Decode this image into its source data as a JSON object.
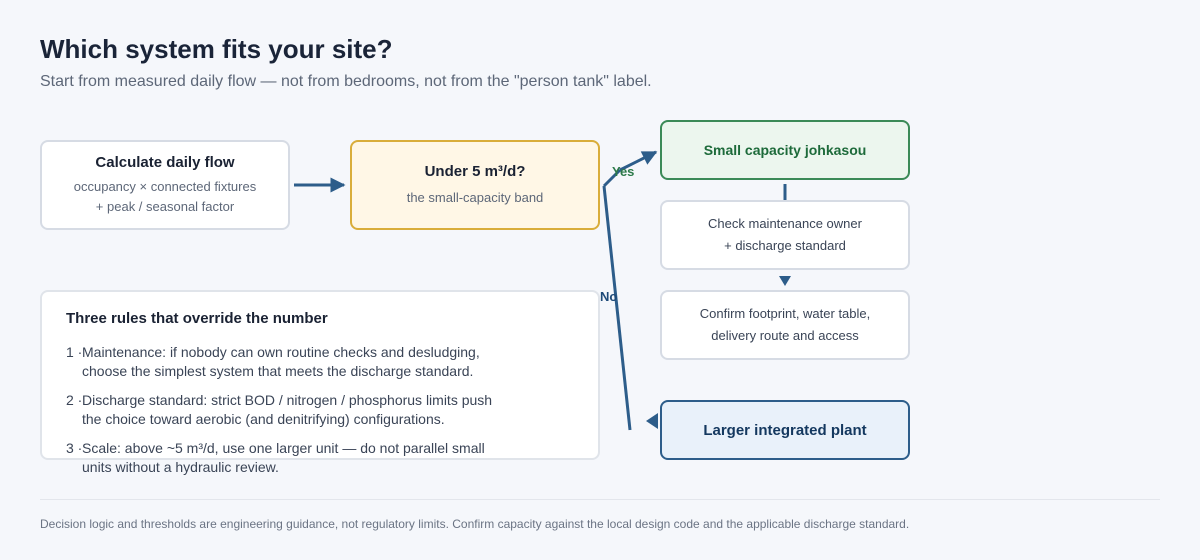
{
  "header": {
    "title": "Which system fits your site?",
    "subtitle": "Start from measured daily flow — not from bedrooms, not from the \"person tank\" label."
  },
  "nodes": {
    "calc": {
      "title": "Calculate daily flow",
      "line1": "occupancy × connected fixtures",
      "line2": "+ peak / seasonal factor"
    },
    "under": {
      "title": "Under 5 m³/d?",
      "sub": "the small-capacity band"
    },
    "small": {
      "title": "Small capacity johkasou"
    },
    "check": {
      "line1": "Check maintenance owner",
      "line2": "+ discharge standard"
    },
    "confirm": {
      "line1": "Confirm footprint, water table,",
      "line2": "delivery route and access"
    },
    "larger": {
      "title": "Larger integrated plant"
    }
  },
  "edges": {
    "yes": "Yes",
    "no": "No"
  },
  "rules": {
    "title": "Three rules that override the number",
    "items": [
      {
        "num": "1 ·",
        "text": "Maintenance: if nobody can own routine checks and desludging, choose the simplest system that meets the discharge standard."
      },
      {
        "num": "2 ·",
        "text": "Discharge standard: strict BOD / nitrogen / phosphorus limits push the choice toward aerobic (and denitrifying) configurations."
      },
      {
        "num": "3 ·",
        "text": "Scale: above ~5 m³/d, use one larger unit — do not parallel small units without a hydraulic review."
      }
    ]
  },
  "footer": "Decision logic and thresholds are engineering guidance, not regulatory limits. Confirm capacity against the local design code and the applicable discharge standard.",
  "colors": {
    "arrow": "#2d5d8a",
    "yes": "#2d7a4a",
    "small_border": "#3b8a57",
    "under_border": "#d9ad3a",
    "larger_border": "#2d5d8a"
  }
}
